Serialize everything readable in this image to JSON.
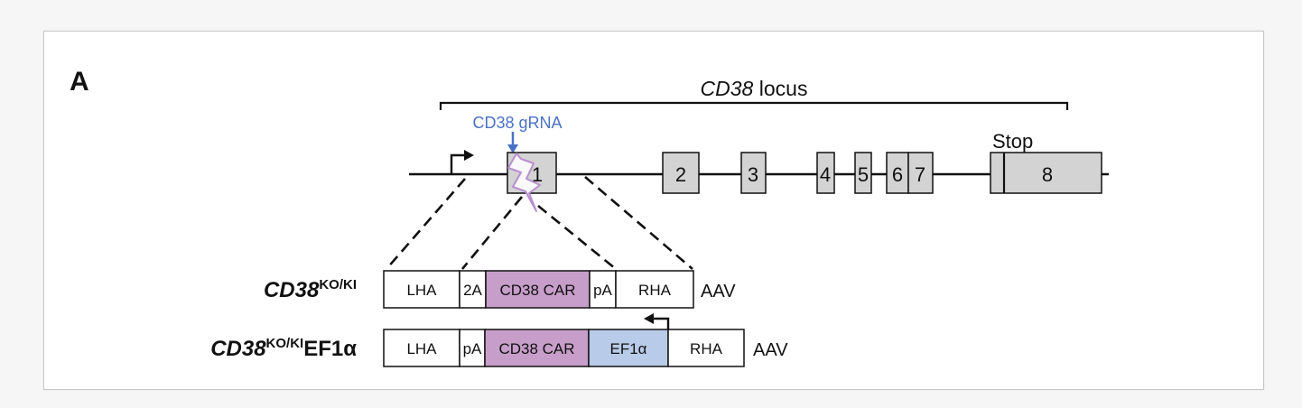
{
  "panel_label": "A",
  "locus": {
    "italic": "CD38",
    "rest": " locus"
  },
  "grna_label": "CD38 gRNA",
  "stop_label": "Stop",
  "exons": [
    "1",
    "2",
    "3",
    "4",
    "5",
    "6",
    "7",
    "8"
  ],
  "construct1": {
    "name_italic": "CD38",
    "name_sup": "KO/KI",
    "blocks": [
      "LHA",
      "2A",
      "CD38 CAR",
      "pA",
      "RHA"
    ],
    "suffix": "AAV"
  },
  "construct2": {
    "name_italic": "CD38",
    "name_sup": "KO/KI",
    "name_tail": "EF1α",
    "blocks": [
      "LHA",
      "pA",
      "CD38 CAR",
      "EF1α",
      "RHA"
    ],
    "suffix": "AAV"
  },
  "colors": {
    "exon_fill": "#d3d3d3",
    "car_fill": "#c79ec9",
    "ef1a_fill": "#b8cbe8",
    "grna_text": "#4a72c4",
    "cut_outline": "#b98fd0"
  }
}
